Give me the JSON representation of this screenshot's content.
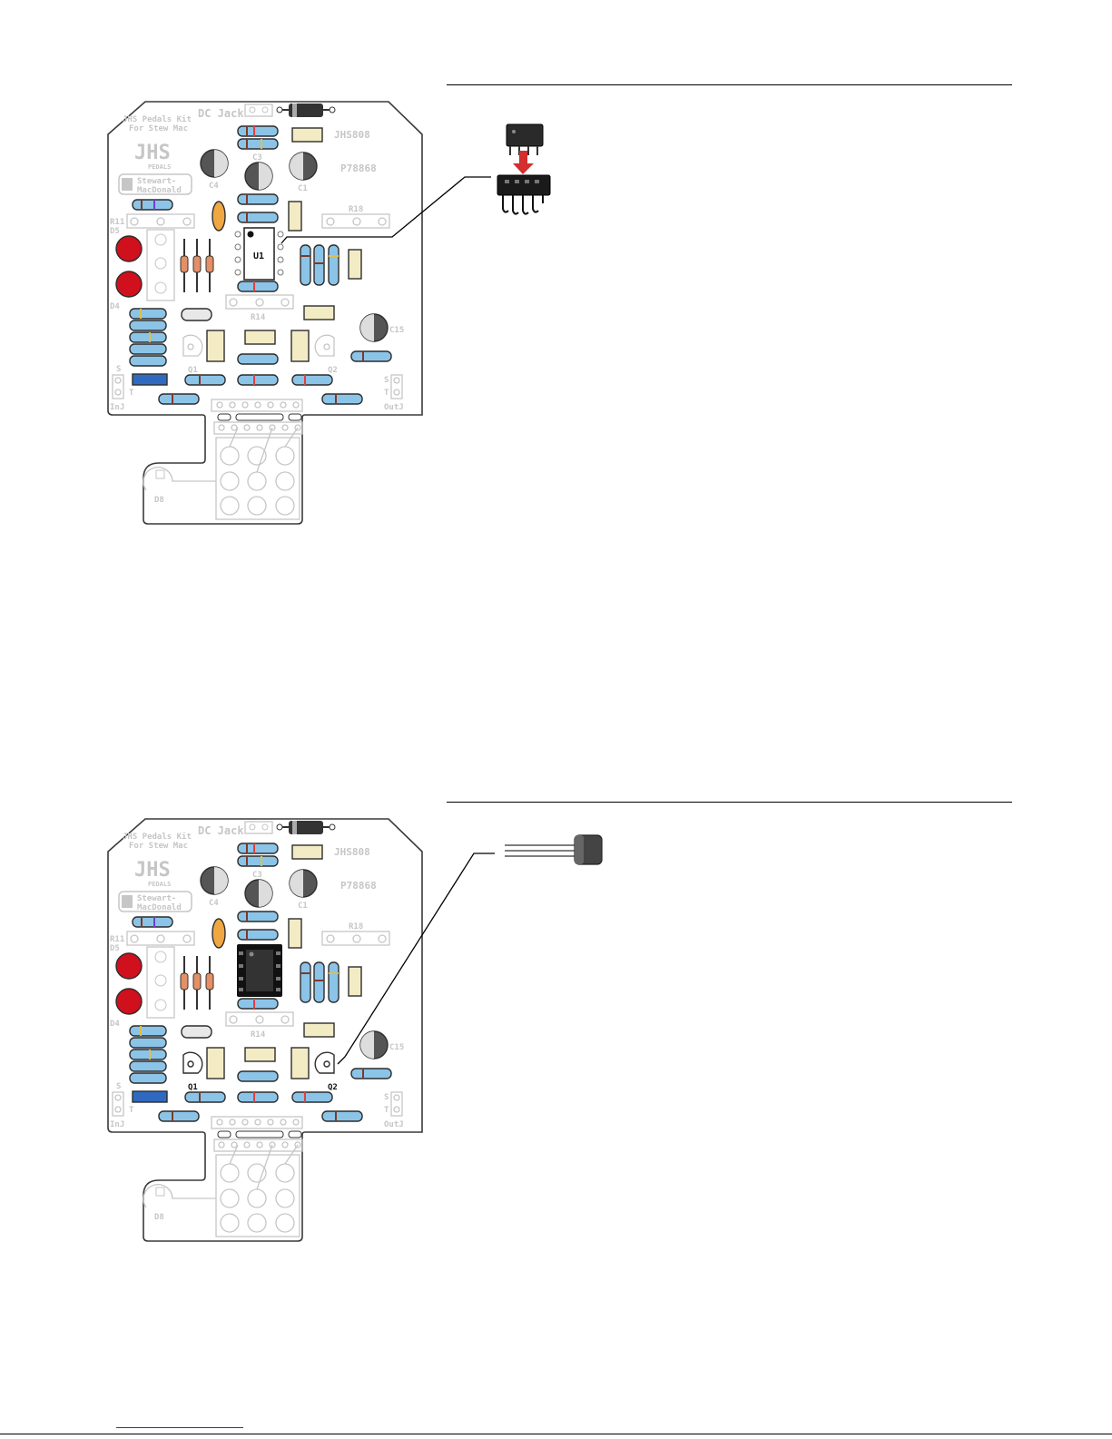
{
  "steps": [
    {
      "board": {
        "dc_jack": "DC Jack",
        "brand_line1": "JHS Pedals Kit",
        "brand_line2": "For Stew Mac",
        "logo_main": "JHS",
        "logo_sub": "PEDALS",
        "sponsor_line1": "Stewart-",
        "sponsor_line2": "MacDonald",
        "model": "JHS808",
        "code": "P78868",
        "labels": {
          "c1": "C1",
          "c3": "C3",
          "c4": "C4",
          "c15": "C15",
          "r11": "R11",
          "r14": "R14",
          "r18": "R18",
          "d4": "D4",
          "d5": "D5",
          "d8": "D8",
          "q1": "Q1",
          "q2": "Q2",
          "u1": "U1",
          "s_in": "S",
          "t_in": "T",
          "in_jack": "InJ",
          "s_out": "S",
          "t_out": "T",
          "out_jack": "OutJ"
        },
        "highlight": "U1 socket"
      },
      "callout": {
        "part": "8-pin IC socket",
        "part_icon": "ic-socket-icon",
        "arrow_color": "#d32f2f"
      }
    },
    {
      "board": {
        "dc_jack": "DC Jack",
        "brand_line1": "JHS Pedals Kit",
        "brand_line2": "For Stew Mac",
        "logo_main": "JHS",
        "logo_sub": "PEDALS",
        "sponsor_line1": "Stewart-",
        "sponsor_line2": "MacDonald",
        "model": "JHS808",
        "code": "P78868",
        "labels": {
          "c1": "C1",
          "c3": "C3",
          "c4": "C4",
          "c15": "C15",
          "r11": "R11",
          "r14": "R14",
          "r18": "R18",
          "d4": "D4",
          "d5": "D5",
          "d8": "D8",
          "q1": "Q1",
          "q2": "Q2",
          "u1": "",
          "s_in": "S",
          "t_in": "T",
          "in_jack": "InJ",
          "s_out": "S",
          "t_out": "T",
          "out_jack": "OutJ"
        },
        "highlight": "Q1 Q2"
      },
      "callout": {
        "part": "TO-92 transistor",
        "part_icon": "transistor-icon"
      }
    }
  ],
  "colors": {
    "board_outline": "#3a3a3a",
    "silkscreen": "#c6c6c6",
    "resistor_body": "#8cc4e8",
    "electrolytic_cap": "#555555",
    "led": "#d0101c",
    "film_cap": "#f3ebc4",
    "ceramic_cap": "#f0a742",
    "trimmer": "#2f6ac0",
    "arrow": "#d32f2f"
  }
}
